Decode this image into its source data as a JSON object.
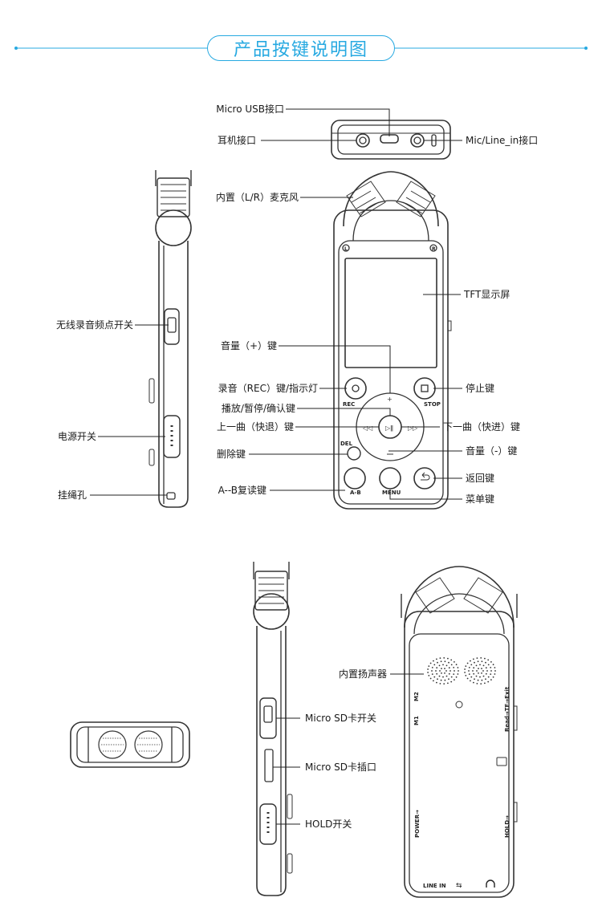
{
  "title": "产品按键说明图",
  "accent_color": "#27a9e1",
  "labels": {
    "micro_usb": "Micro USB接口",
    "earphone": "耳机接口",
    "mic_line_in": "Mic/Line_in接口",
    "builtin_mic": "内置（L/R）麦克风",
    "tft": "TFT显示屏",
    "wireless_switch": "无线录音频点开关",
    "vol_up": "音量（+）键",
    "rec_key": "录音（REC）键/指示灯",
    "stop_key": "停止键",
    "play_key": "播放/暂停/确认键",
    "prev_key": "上一曲（快退）键",
    "next_key": "下一曲（快进）键",
    "power_switch": "电源开关",
    "vol_down": "音量（-）键",
    "delete_key": "删除键",
    "back_key": "返回键",
    "ab_key": "A--B复读键",
    "menu_key": "菜单键",
    "lanyard": "挂绳孔",
    "speaker": "内置扬声器",
    "sd_switch": "Micro SD卡开关",
    "sd_slot": "Micro SD卡插口",
    "hold": "HOLD开关"
  },
  "device_text": {
    "rec": "REC",
    "stop": "STOP",
    "del": "DEL",
    "ab": "A-B",
    "menu": "MENU",
    "L": "L",
    "R": "R",
    "m1": "M1",
    "m2": "M2",
    "read_tf_exit": "Read→TF→Exit",
    "power": "POWER→",
    "hold": "HOLD→",
    "line_in": "LINE IN"
  }
}
